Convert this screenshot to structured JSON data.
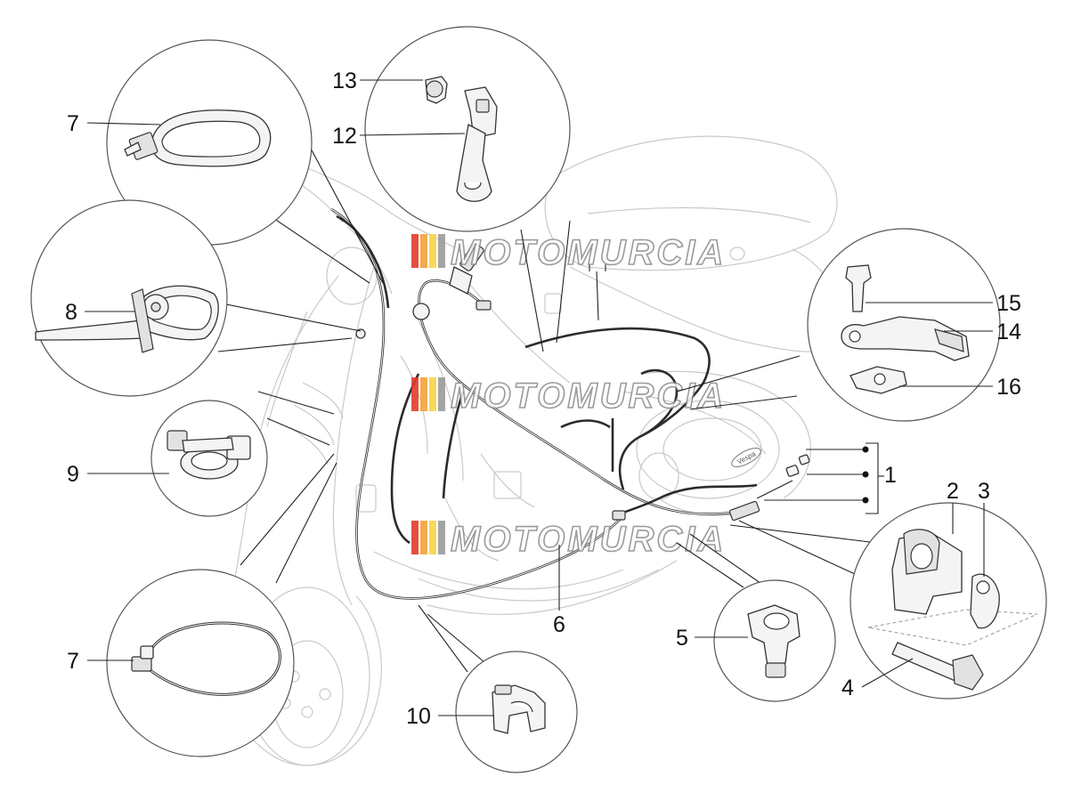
{
  "diagram": {
    "callouts": [
      {
        "id": "c1",
        "label": "1"
      },
      {
        "id": "c2",
        "label": "2"
      },
      {
        "id": "c3",
        "label": "3"
      },
      {
        "id": "c4",
        "label": "4"
      },
      {
        "id": "c5",
        "label": "5"
      },
      {
        "id": "c6",
        "label": "6"
      },
      {
        "id": "c7a",
        "label": "7"
      },
      {
        "id": "c7b",
        "label": "7"
      },
      {
        "id": "c8",
        "label": "8"
      },
      {
        "id": "c9",
        "label": "9"
      },
      {
        "id": "c10",
        "label": "10"
      },
      {
        "id": "c12",
        "label": "12"
      },
      {
        "id": "c13",
        "label": "13"
      },
      {
        "id": "c14",
        "label": "14"
      },
      {
        "id": "c15",
        "label": "15"
      },
      {
        "id": "c16",
        "label": "16"
      }
    ],
    "watermark": {
      "text": "MOTOMURCIA",
      "stripe_colors": [
        "#e23b2e",
        "#f2a33a",
        "#f5d547",
        "#9a9a9a"
      ]
    },
    "brand_badge": "Vespa"
  }
}
